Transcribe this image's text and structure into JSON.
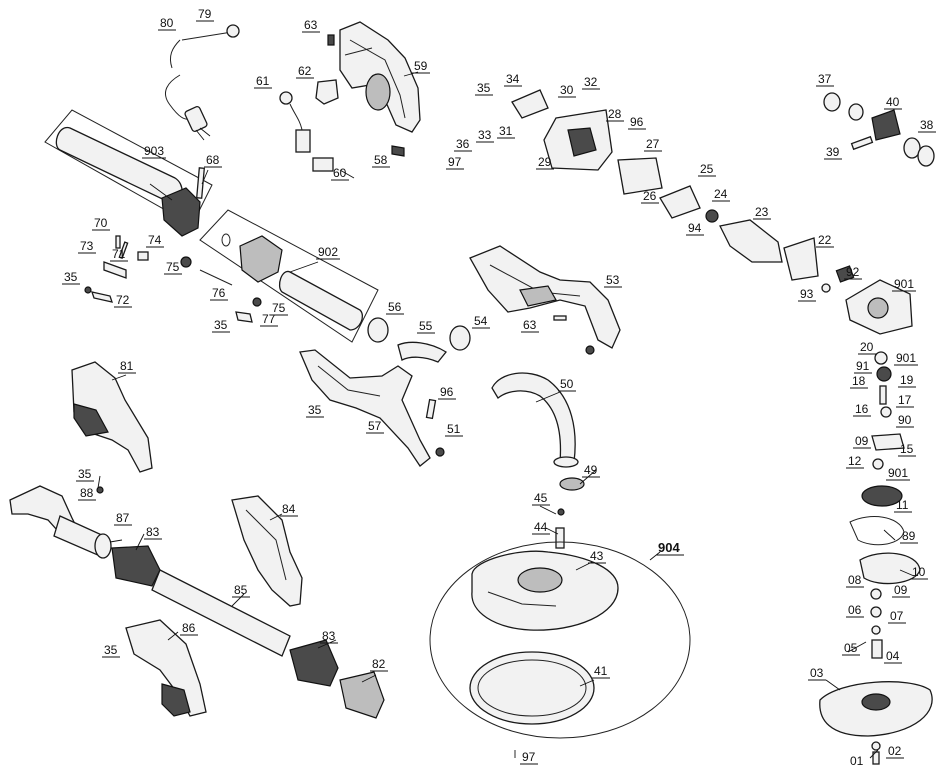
{
  "diagram": {
    "labels": [
      "80",
      "79",
      "63",
      "59",
      "61",
      "62",
      "58",
      "60",
      "35",
      "34",
      "32",
      "30",
      "28",
      "96",
      "36",
      "33",
      "31",
      "97",
      "29",
      "27",
      "26",
      "25",
      "24",
      "94",
      "23",
      "22",
      "37",
      "40",
      "38",
      "39",
      "92",
      "93",
      "901",
      "20",
      "91",
      "19",
      "18",
      "17",
      "16",
      "90",
      "09",
      "15",
      "12",
      "11",
      "89",
      "10",
      "08",
      "06",
      "07",
      "05",
      "04",
      "03",
      "02",
      "01",
      "903",
      "68",
      "902",
      "70",
      "74",
      "71",
      "73",
      "72",
      "75",
      "76",
      "77",
      "56",
      "55",
      "54",
      "53",
      "81",
      "88",
      "87",
      "83",
      "84",
      "85",
      "86",
      "82",
      "57",
      "51",
      "50",
      "49",
      "45",
      "44",
      "43",
      "904",
      "41"
    ],
    "group_labels": [
      "904"
    ]
  }
}
